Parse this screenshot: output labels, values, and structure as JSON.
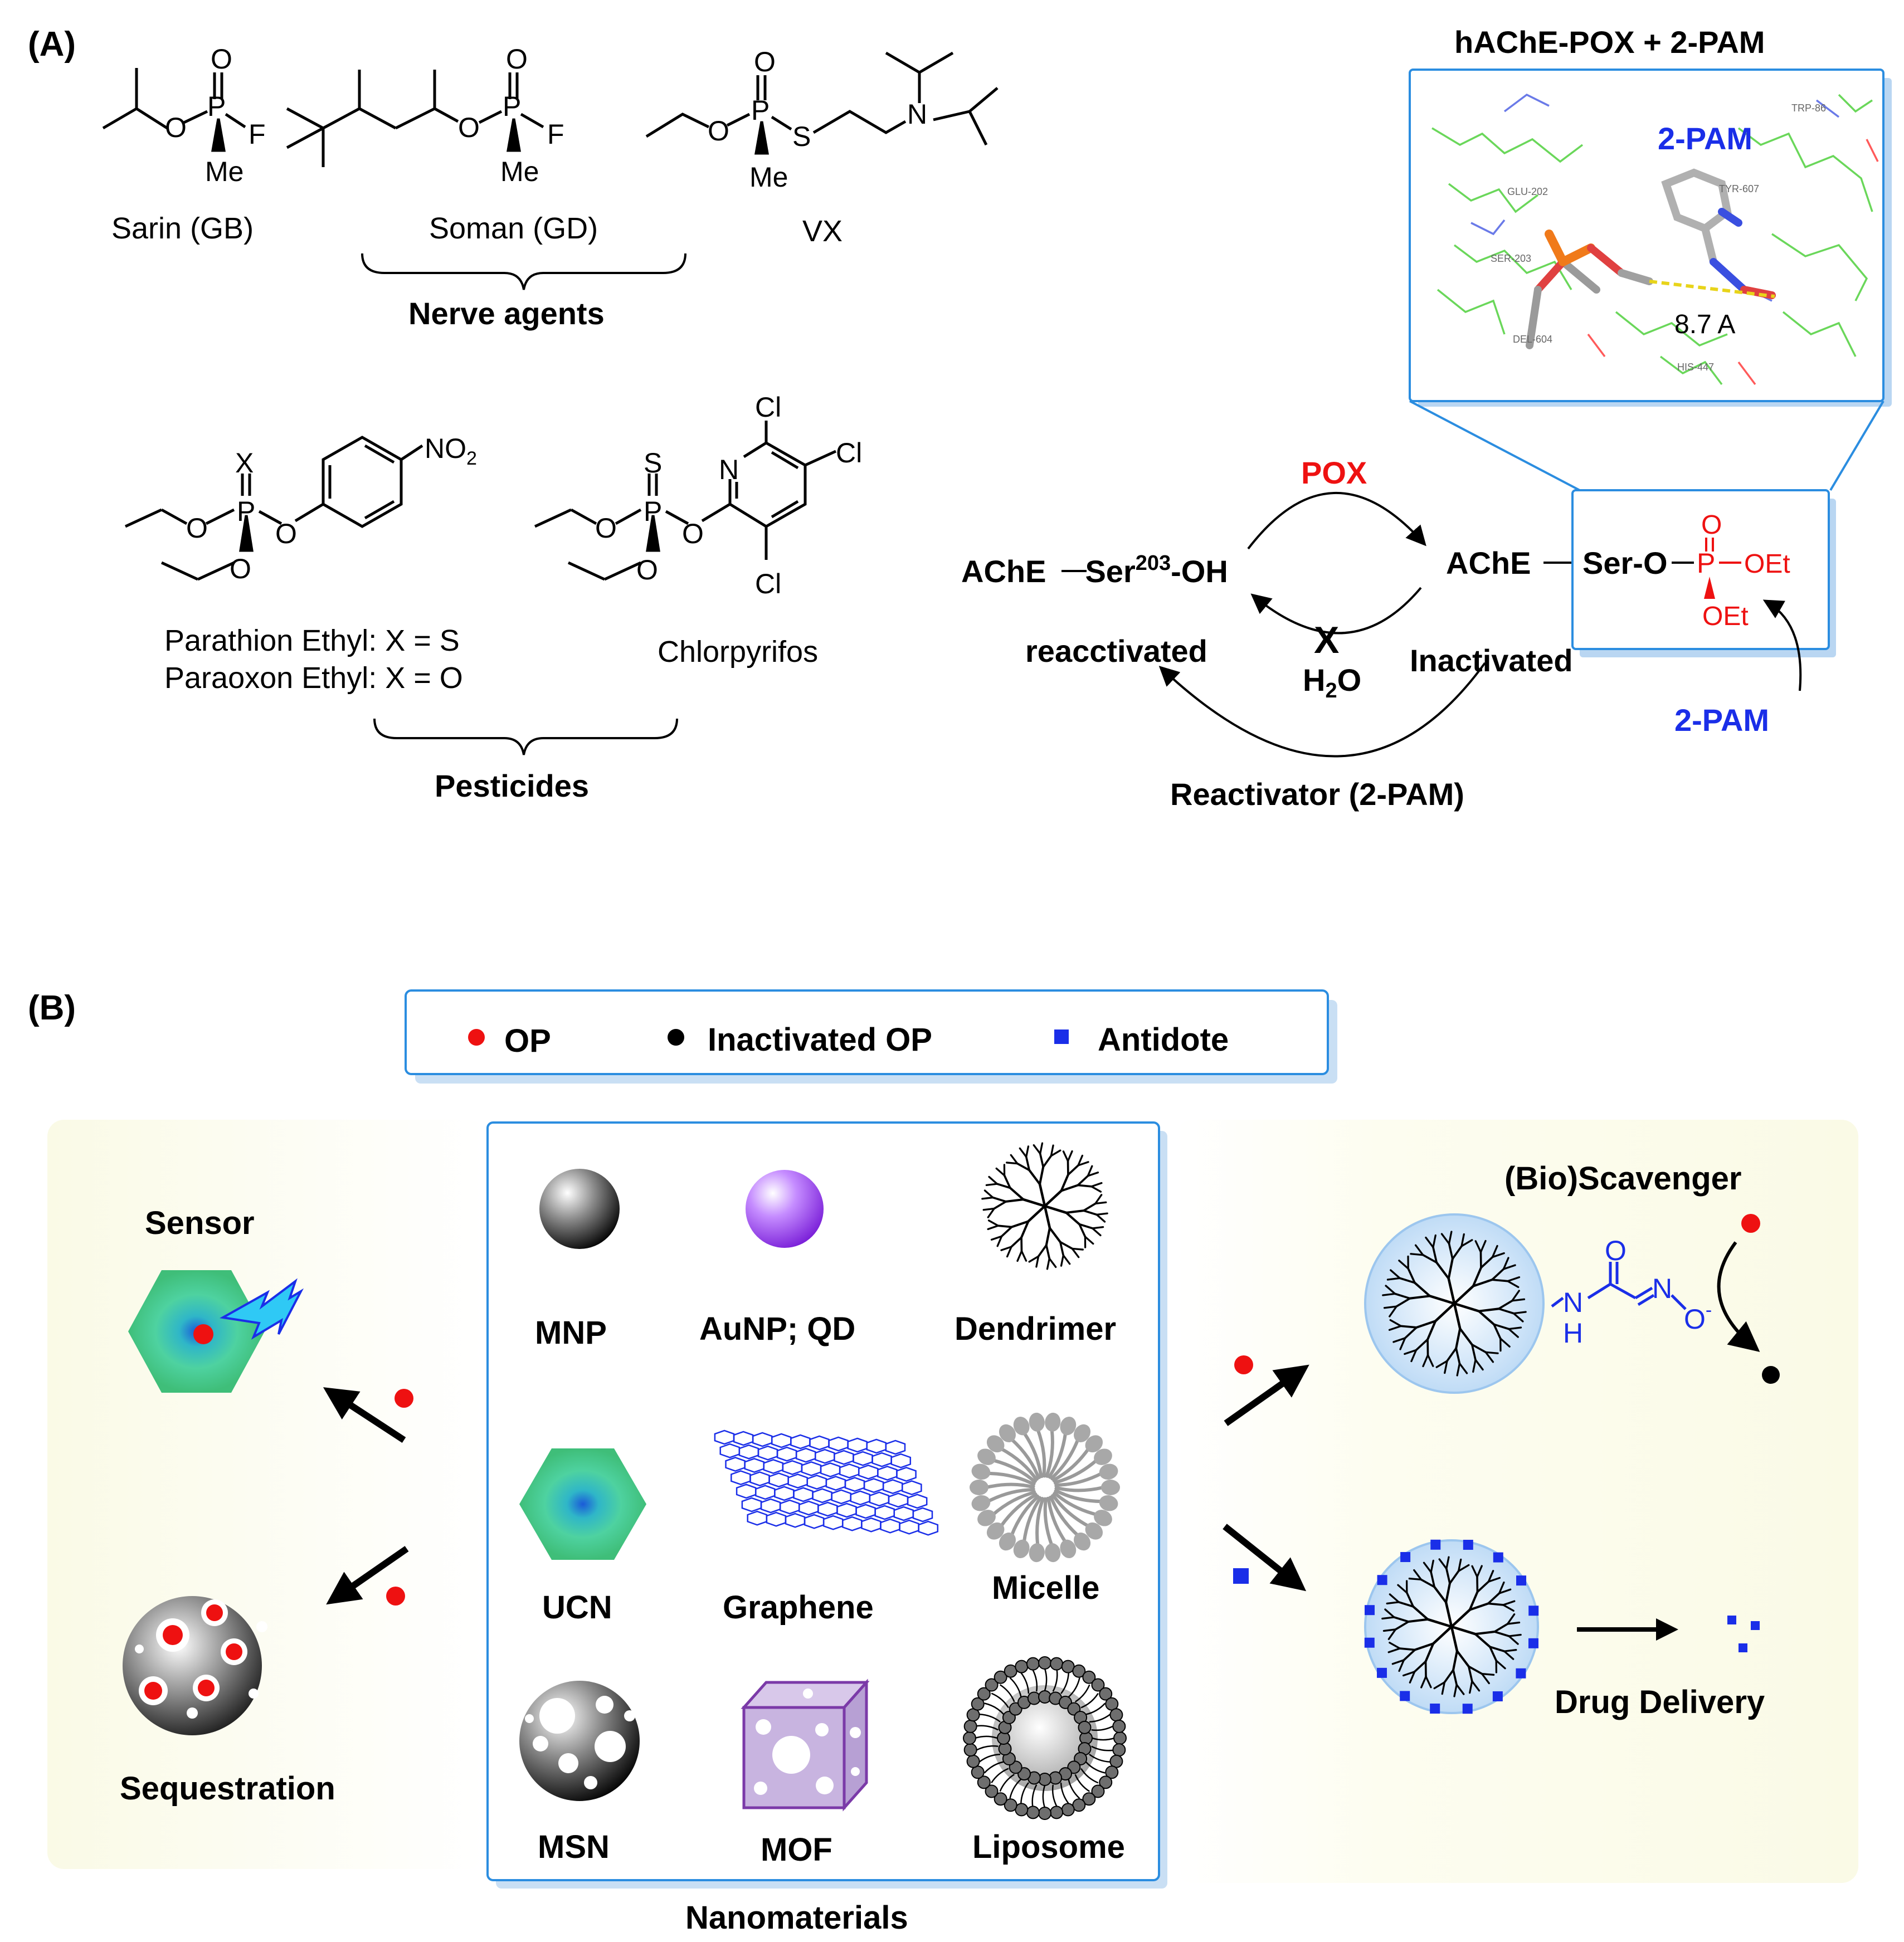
{
  "panel_a": {
    "label": "(A)",
    "sarin": {
      "name": "Sarin (GB)",
      "O": "O",
      "P": "P",
      "Oester": "O",
      "F": "F",
      "Me": "Me"
    },
    "soman": {
      "name": "Soman (GD)",
      "O": "O",
      "P": "P",
      "Oester": "O",
      "F": "F",
      "Me": "Me"
    },
    "vx": {
      "name": "VX",
      "O": "O",
      "P": "P",
      "Oester": "O",
      "S": "S",
      "N": "N",
      "Me": "Me"
    },
    "nerve_agents": "Nerve agents",
    "parathion": {
      "X": "X",
      "P": "P",
      "O1": "O",
      "O2": "O",
      "O3": "O",
      "no2": "NO",
      "no2_sub": "2",
      "line1": "Parathion Ethyl: X = S",
      "line2": "Paraoxon Ethyl: X = O"
    },
    "chlorpyrifos": {
      "S": "S",
      "P": "P",
      "O1": "O",
      "O2": "O",
      "O3": "O",
      "N": "N",
      "Cl1": "Cl",
      "Cl2": "Cl",
      "Cl3": "Cl",
      "name": "Chlorpyrifos"
    },
    "pesticides": "Pesticides",
    "inset_title": "hAChE-POX + 2-PAM",
    "inset": {
      "pam": "2-PAM",
      "distance": "8.7 A",
      "residues": [
        "GLU-202",
        "SER-203",
        "DEL-604",
        "HIS-447",
        "TRP-86",
        "TYR-607"
      ]
    },
    "cycle": {
      "pox": "POX",
      "reactivated_left_a": "AChE",
      "reactivated_left_b": "Ser",
      "reactivated_sup": "203",
      "reactivated_left_c": "-OH",
      "reactivated": "reacctivated",
      "x_mark": "X",
      "h2o_h": "H",
      "h2o_sub": "2",
      "h2o_o": "O",
      "inactivated": "Inactivated",
      "reactivator": "Reactivator (2-PAM)",
      "ache_right": "AChE",
      "ser_o": "Ser-O",
      "p_o": "O",
      "p_p": "P",
      "p_oet1": "OEt",
      "p_oet2": "OEt",
      "pam_bottom": "2-PAM"
    },
    "colors": {
      "red": "#ee1111",
      "blue": "#1a2ee8",
      "frame": "#2b8de0"
    }
  },
  "panel_b": {
    "label": "(B)",
    "legend": {
      "op": "OP",
      "inactivated": "Inactivated OP",
      "antidote": "Antidote"
    },
    "left": {
      "sensor": "Sensor",
      "sequestration": "Sequestration"
    },
    "center": {
      "items": [
        "MNP",
        "AuNP; QD",
        "Dendrimer",
        "UCN",
        "Graphene",
        "Micelle",
        "MSN",
        "MOF",
        "Liposome"
      ],
      "caption": "Nanomaterials"
    },
    "right": {
      "scavenger": "(Bio)Scavenger",
      "oxime_O": "O",
      "oxime_N": "N",
      "oxime_Ominus": "O",
      "oxime_minus": "-",
      "oxime_NH_N": "N",
      "oxime_NH_H": "H",
      "drug_delivery": "Drug Delivery"
    },
    "colors": {
      "panel_bg": "#fbfbe9",
      "op": "#ee1111",
      "inactivated": "#000000",
      "antidote": "#1a2ee8"
    }
  }
}
